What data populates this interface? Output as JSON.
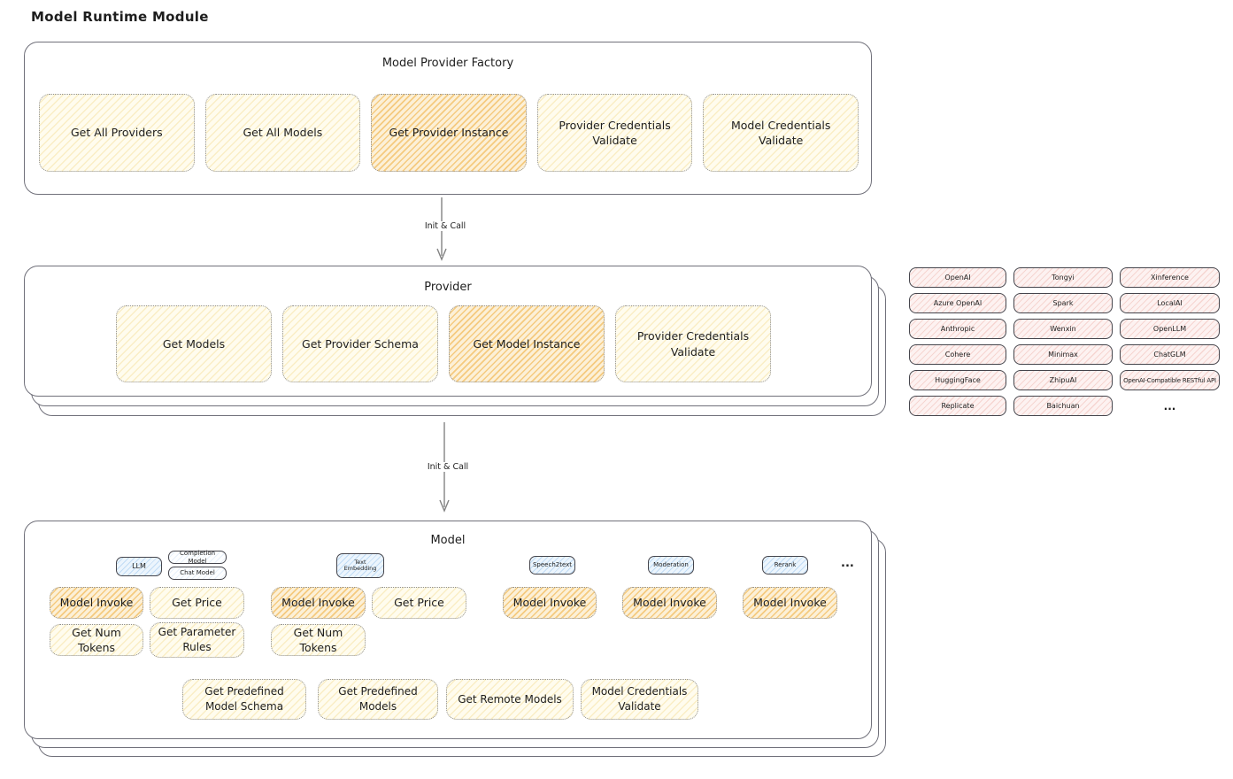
{
  "title": "Model Runtime Module",
  "factory": {
    "title": "Model Provider Factory",
    "boxes": [
      {
        "label": "Get All Providers",
        "highlight": false
      },
      {
        "label": "Get All Models",
        "highlight": false
      },
      {
        "label": "Get Provider Instance",
        "highlight": true
      },
      {
        "label": "Provider Credentials Validate",
        "highlight": false
      },
      {
        "label": "Model Credentials Validate",
        "highlight": false
      }
    ]
  },
  "arrow1": {
    "label": "Init & Call"
  },
  "arrow2": {
    "label": "Init & Call"
  },
  "provider": {
    "title": "Provider",
    "boxes": [
      {
        "label": "Get Models",
        "highlight": false
      },
      {
        "label": "Get Provider Schema",
        "highlight": false
      },
      {
        "label": "Get Model Instance",
        "highlight": true
      },
      {
        "label": "Provider Credentials Validate",
        "highlight": false
      }
    ]
  },
  "providers": {
    "items": [
      "OpenAI",
      "Tongyi",
      "Xinference",
      "Azure OpenAI",
      "Spark",
      "LocalAI",
      "Anthropic",
      "Wenxin",
      "OpenLLM",
      "Cohere",
      "Minimax",
      "ChatGLM",
      "HuggingFace",
      "ZhipuAI",
      "OpenAI-Compatible RESTful API",
      "Replicate",
      "Baichuan"
    ],
    "more": "..."
  },
  "model": {
    "title": "Model",
    "more": "...",
    "groups": [
      {
        "tag": "LLM",
        "subtags": [
          "Completion Model",
          "Chat Model"
        ],
        "boxes": [
          {
            "label": "Model Invoke",
            "highlight": true
          },
          {
            "label": "Get Price",
            "highlight": false
          },
          {
            "label": "Get Num Tokens",
            "highlight": false
          },
          {
            "label": "Get Parameter Rules",
            "highlight": false
          }
        ]
      },
      {
        "tag": "Text Embedding",
        "boxes": [
          {
            "label": "Model Invoke",
            "highlight": true
          },
          {
            "label": "Get Price",
            "highlight": false
          },
          {
            "label": "Get Num Tokens",
            "highlight": false
          }
        ]
      },
      {
        "tag": "Speech2text",
        "boxes": [
          {
            "label": "Model Invoke",
            "highlight": true
          }
        ]
      },
      {
        "tag": "Moderation",
        "boxes": [
          {
            "label": "Model Invoke",
            "highlight": true
          }
        ]
      },
      {
        "tag": "Rerank",
        "boxes": [
          {
            "label": "Model Invoke",
            "highlight": true
          }
        ]
      }
    ],
    "bottom_boxes": [
      "Get Predefined Model Schema",
      "Get Predefined Models",
      "Get Remote Models",
      "Model Credentials Validate"
    ]
  },
  "colors": {
    "highlight_fill": "#F3BF60",
    "normal_fill": "#FAF0CE",
    "provider_chip_fill": "#F8DCD8",
    "capability_tag_fill": "#D9EAFB",
    "panel_border": "#70707A",
    "text": "#1E1E1E"
  }
}
